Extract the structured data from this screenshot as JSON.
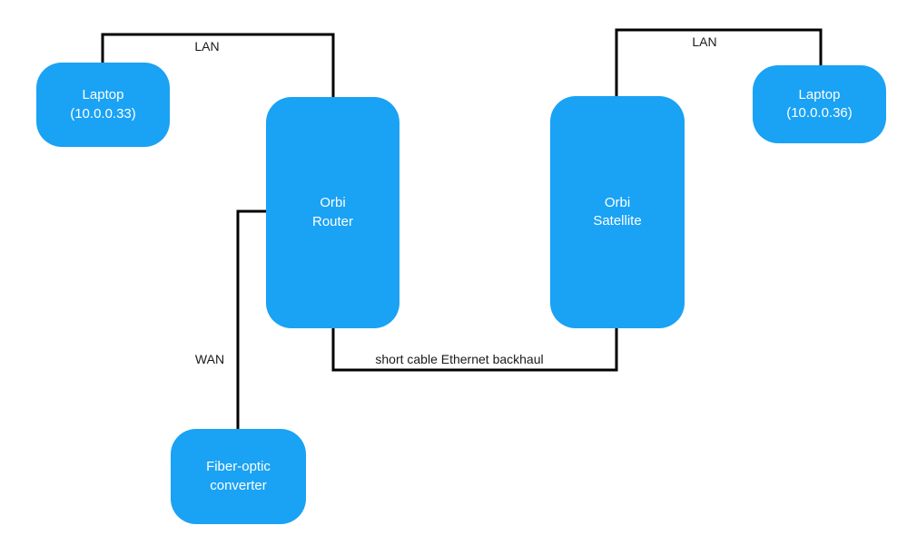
{
  "diagram": {
    "type": "network-topology",
    "nodes": {
      "laptop_left": {
        "line1": "Laptop",
        "line2": "(10.0.0.33)"
      },
      "router": {
        "line1": "Orbi",
        "line2": "Router"
      },
      "satellite": {
        "line1": "Orbi",
        "line2": "Satellite"
      },
      "laptop_right": {
        "line1": "Laptop",
        "line2": "(10.0.0.36)"
      },
      "converter": {
        "line1": "Fiber-optic",
        "line2": "converter"
      }
    },
    "edges": {
      "lan_left": {
        "label": "LAN"
      },
      "lan_right": {
        "label": "LAN"
      },
      "wan": {
        "label": "WAN"
      },
      "backhaul": {
        "label": "short cable Ethernet backhaul"
      }
    },
    "colors": {
      "node_fill": "#1aa2f4",
      "node_text": "#ffffff",
      "line": "#000000",
      "edge_label_text": "#1a1a1a",
      "background": "#ffffff"
    }
  }
}
